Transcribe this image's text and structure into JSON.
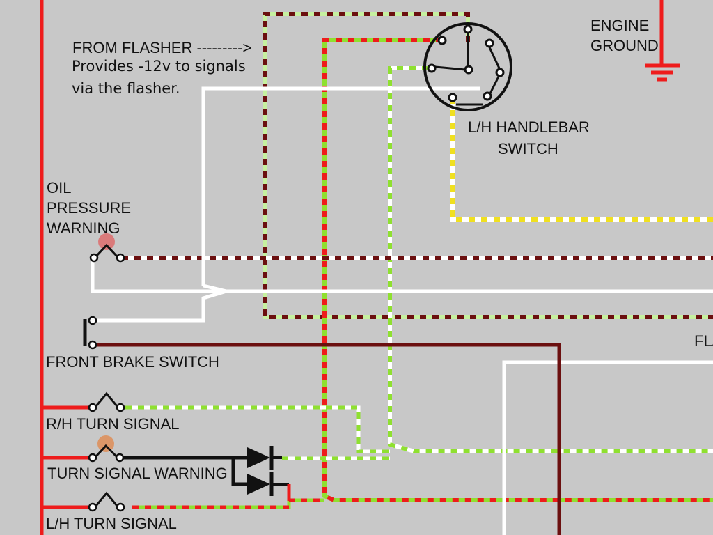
{
  "labels": {
    "from_flasher": "FROM FLASHER --------->",
    "note_line1": "Provides -12v to signals",
    "note_line2": "via the flasher.",
    "engine_ground_line1": "ENGINE",
    "engine_ground_line2": "GROUND",
    "switch_line1": "L/H HANDLEBAR",
    "switch_line2": "SWITCH",
    "oil_line1": "OIL",
    "oil_line2": "PRESSURE",
    "oil_line3": "WARNING",
    "front_brake": "FRONT BRAKE SWITCH",
    "rh_turn": "R/H TURN SIGNAL",
    "turn_warning": "TURN SIGNAL WARNING",
    "lh_turn": "L/H TURN SIGNAL",
    "flasher_partial": "FLA"
  },
  "colors": {
    "background": "#c8c8c8",
    "red": "#ee1c1c",
    "white": "#ffffff",
    "brown": "#6b0f0f",
    "light_green": "#c6f0a0",
    "green": "#8fe030",
    "yellow": "#f0e020",
    "black": "#111111",
    "bulb_red": "#e06060",
    "bulb_orange": "#e08a50"
  }
}
